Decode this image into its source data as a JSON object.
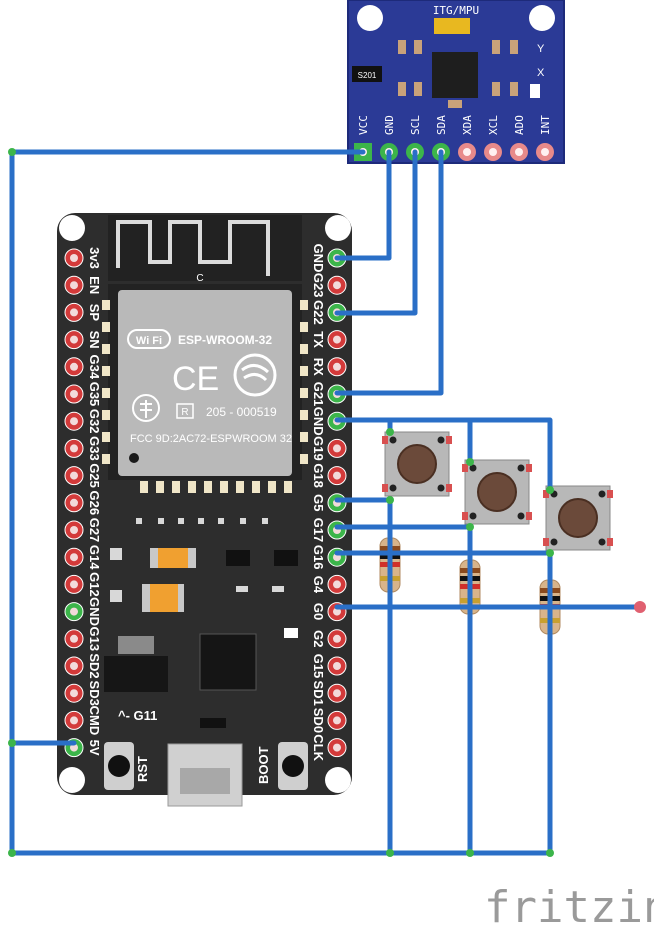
{
  "mpu": {
    "title": "ITG/MPU",
    "pins": [
      "VCC",
      "GND",
      "SCL",
      "SDA",
      "XDA",
      "XCL",
      "ADO",
      "INT"
    ],
    "chip_label": "S201",
    "axis_y": "Y",
    "axis_x": "X"
  },
  "esp32": {
    "module_name": "ESP-WROOM-32",
    "wifi_text": "Wi Fi",
    "ce_mark": "CE",
    "antenna_mark": "C",
    "r_cert": "R",
    "cert_number": "205 - 000519",
    "fcc_text": "FCC 9D:2AC72-ESPWROOM 32",
    "left_pins": [
      "3v3",
      "EN",
      "SP",
      "SN",
      "G34",
      "G35",
      "G32",
      "G33",
      "G25",
      "G26",
      "G27",
      "G14",
      "G12",
      "GND",
      "G13",
      "SD2",
      "SD3",
      "CMD",
      "5V"
    ],
    "right_pins": [
      "GND",
      "G23",
      "G22",
      "TX",
      "RX",
      "G21",
      "GND",
      "G19",
      "G18",
      "G5",
      "G17",
      "G16",
      "G4",
      "G0",
      "G2",
      "G15",
      "SD1",
      "SD0",
      "CLK"
    ],
    "g11_label": "^- G11",
    "rst_label": "RST",
    "boot_label": "BOOT"
  },
  "buttons": [
    "button-1",
    "button-2",
    "button-3"
  ],
  "resistors": [
    "resistor-1",
    "resistor-2",
    "resistor-3"
  ],
  "colors": {
    "wire": "#2a6fc7",
    "board": "#2d2d2d",
    "mpu_board": "#2b3a96",
    "pin_red": "#d33a3a",
    "pin_green": "#3cb54a"
  },
  "watermark": "fritzing"
}
